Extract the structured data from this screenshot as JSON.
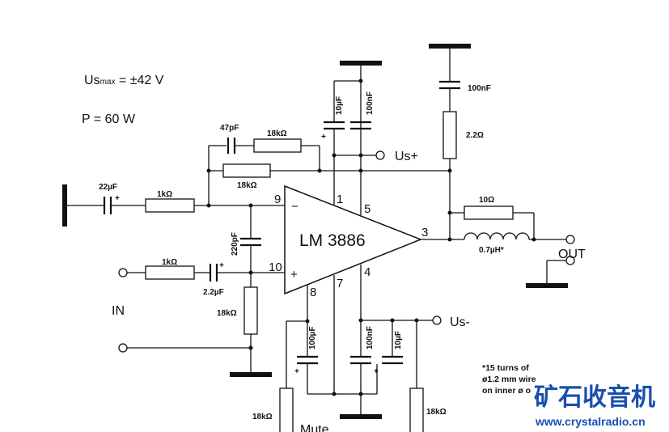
{
  "annotations": {
    "supply_max_prefix": "Us",
    "supply_max_sub": "max",
    "supply_max_value": " = ±42 V",
    "power": "P = 60 W",
    "input": "IN",
    "output": "OUT",
    "vpos": "Us+",
    "vneg": "Us-",
    "mute": "Mute",
    "note_line1": "*15 turns of",
    "note_line2": "ø1.2 mm wire",
    "note_line3": "on inner ø o"
  },
  "chip": {
    "label": "LM 3886",
    "pins": {
      "p1": "1",
      "p3": "3",
      "p4": "4",
      "p5": "5",
      "p7": "7",
      "p8": "8",
      "p9": "9",
      "p10": "10"
    },
    "minus": "−",
    "plus": "+"
  },
  "components": {
    "c_in": "22µF",
    "r_in": "1kΩ",
    "c_47p": "47pF",
    "r_fb1": "18kΩ",
    "r_fb2": "18kΩ",
    "c_220p": "220pF",
    "r_in2": "1kΩ",
    "c_2u2": "2.2µF",
    "r_18k_gnd": "18kΩ",
    "c_10u_top": "10µF",
    "c_100n_top": "100nF",
    "c_100n_zobel": "100nF",
    "r_2r2": "2.2Ω",
    "r_10r": "10Ω",
    "l_out": "0.7µH*",
    "c_100u_mute": "100µF",
    "c_100n_bot": "100nF",
    "c_10u_bot": "10µF",
    "r_18k_mute": "18kΩ",
    "r_18k_bot": "18kΩ",
    "plus_mark": "+"
  },
  "watermark": {
    "cn": "矿石收音机",
    "url": "www.crystalradio.cn"
  },
  "colors": {
    "ink": "#111111",
    "watermark": "#1a4fb0"
  }
}
